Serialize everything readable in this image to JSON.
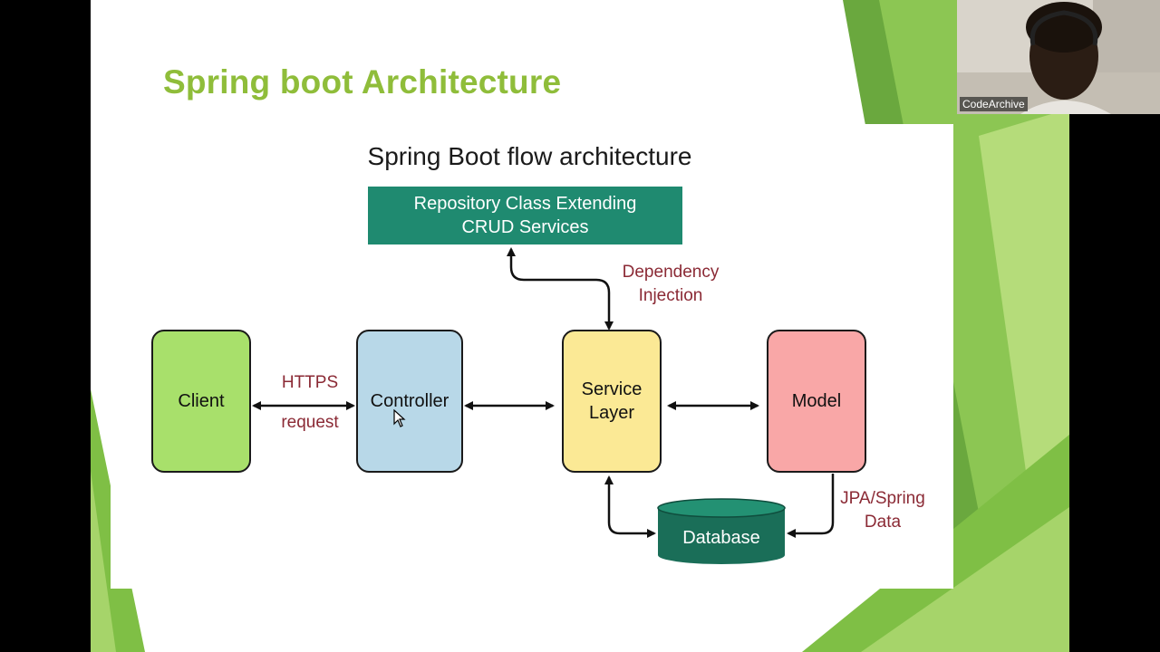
{
  "slide": {
    "title": "Spring boot Architecture",
    "theme_accent": "#8fbd3a"
  },
  "diagram": {
    "title": "Spring Boot flow architecture",
    "repository": {
      "line1": "Repository Class Extending",
      "line2": "CRUD Services",
      "color": "#1f8a70"
    },
    "client": {
      "label": "Client",
      "color": "#a8e06b"
    },
    "controller": {
      "label": "Controller",
      "color": "#b8d8e8"
    },
    "service": {
      "line1": "Service",
      "line2": "Layer",
      "color": "#fbe995"
    },
    "model": {
      "label": "Model",
      "color": "#f9a7a7"
    },
    "database": {
      "label": "Database",
      "color": "#1a6e58"
    },
    "annotations": {
      "https_line1": "HTTPS",
      "https_line2": "request",
      "di_line1": "Dependency",
      "di_line2": "Injection",
      "jpa_line1": "JPA/Spring",
      "jpa_line2": "Data",
      "color": "#8b2a35"
    }
  },
  "webcam": {
    "participant_name": "CodeArchive"
  },
  "icons": [
    "mouse-pointer-icon",
    "person-silhouette-icon"
  ]
}
